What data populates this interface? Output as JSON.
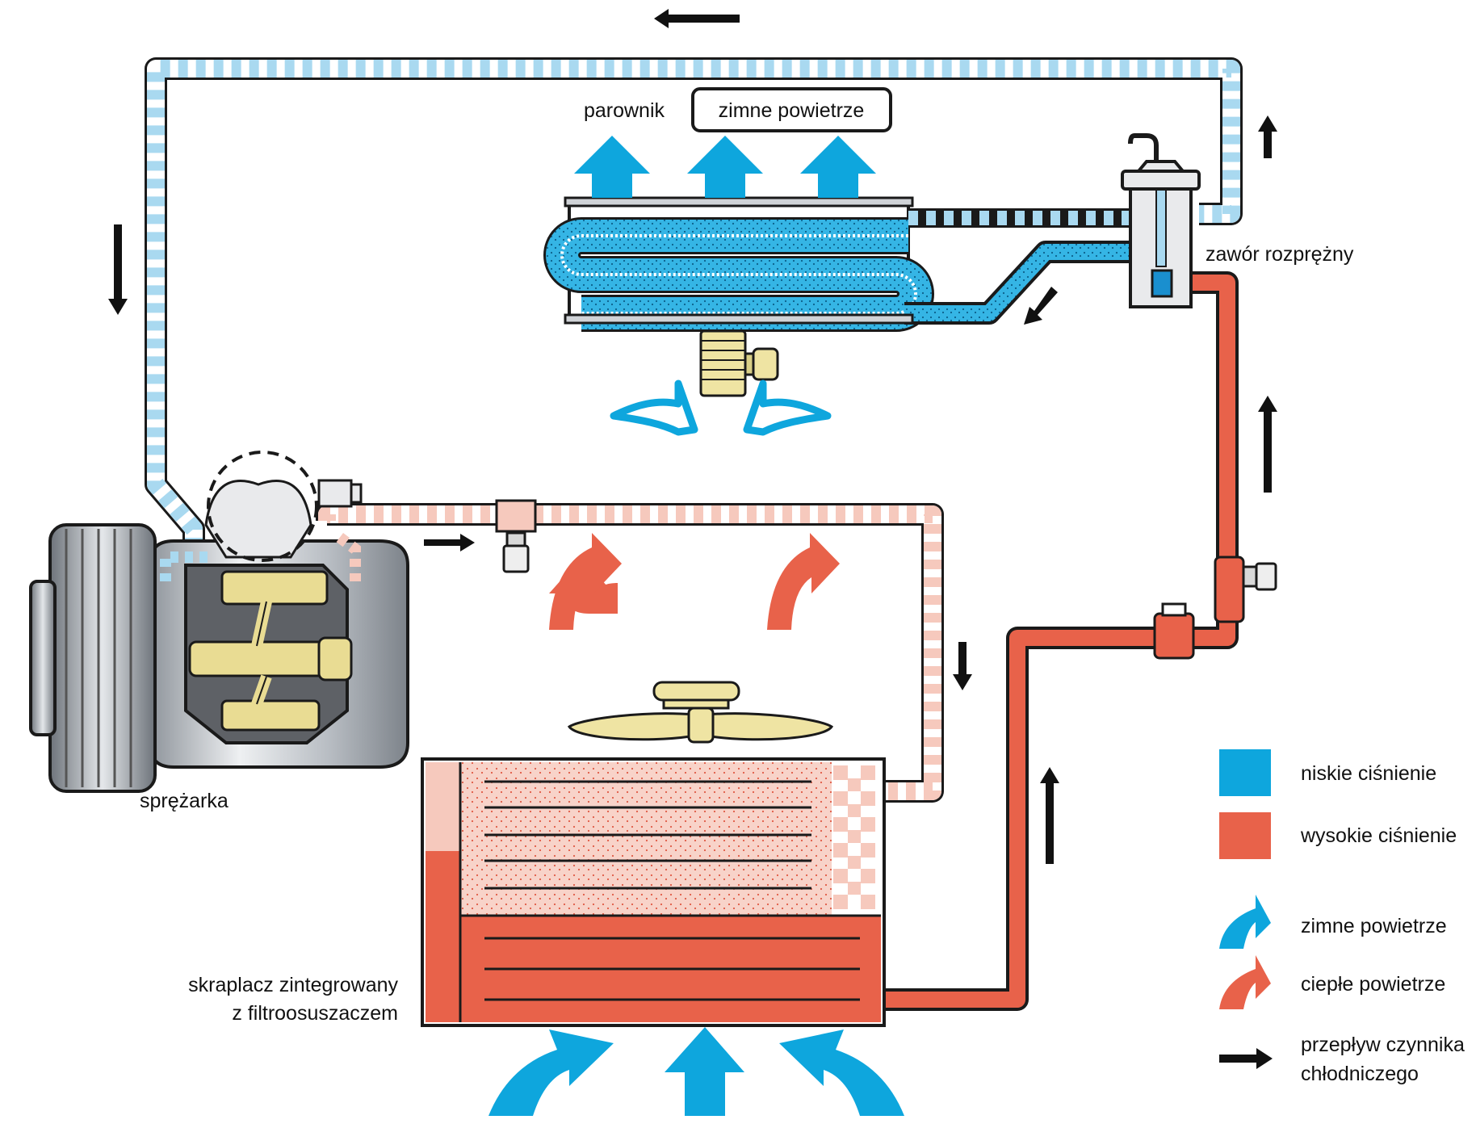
{
  "labels": {
    "evaporator": "parownik",
    "cold_air_box": "zimne powietrze",
    "expansion_valve": "zawór rozprężny",
    "compressor": "sprężarka",
    "condenser_line1": "skraplacz zintegrowany",
    "condenser_line2": "z filtroosuszaczem"
  },
  "legend": [
    {
      "label": "niskie ciśnienie",
      "symbol": "square",
      "color": "#0ea6dd"
    },
    {
      "label": "wysokie ciśnienie",
      "symbol": "square",
      "color": "#e8624a"
    },
    {
      "label": "zimne powietrze",
      "symbol": "air-arrow",
      "color": "#0ea6dd"
    },
    {
      "label": "ciepłe powietrze",
      "symbol": "air-arrow",
      "color": "#e8624a"
    },
    {
      "label_line1": "przepływ czynnika",
      "label_line2": "chłodniczego",
      "symbol": "flow-arrow",
      "color": "#111111"
    }
  ],
  "colors": {
    "low_pressure": "#0ea6dd",
    "high_pressure": "#e8624a",
    "high_pressure_light": "#f6c9bd",
    "low_pressure_light": "#a9d9f0",
    "metal": "#c9cdd2",
    "brass": "#e9dc93",
    "outline": "#1a1a1a"
  }
}
